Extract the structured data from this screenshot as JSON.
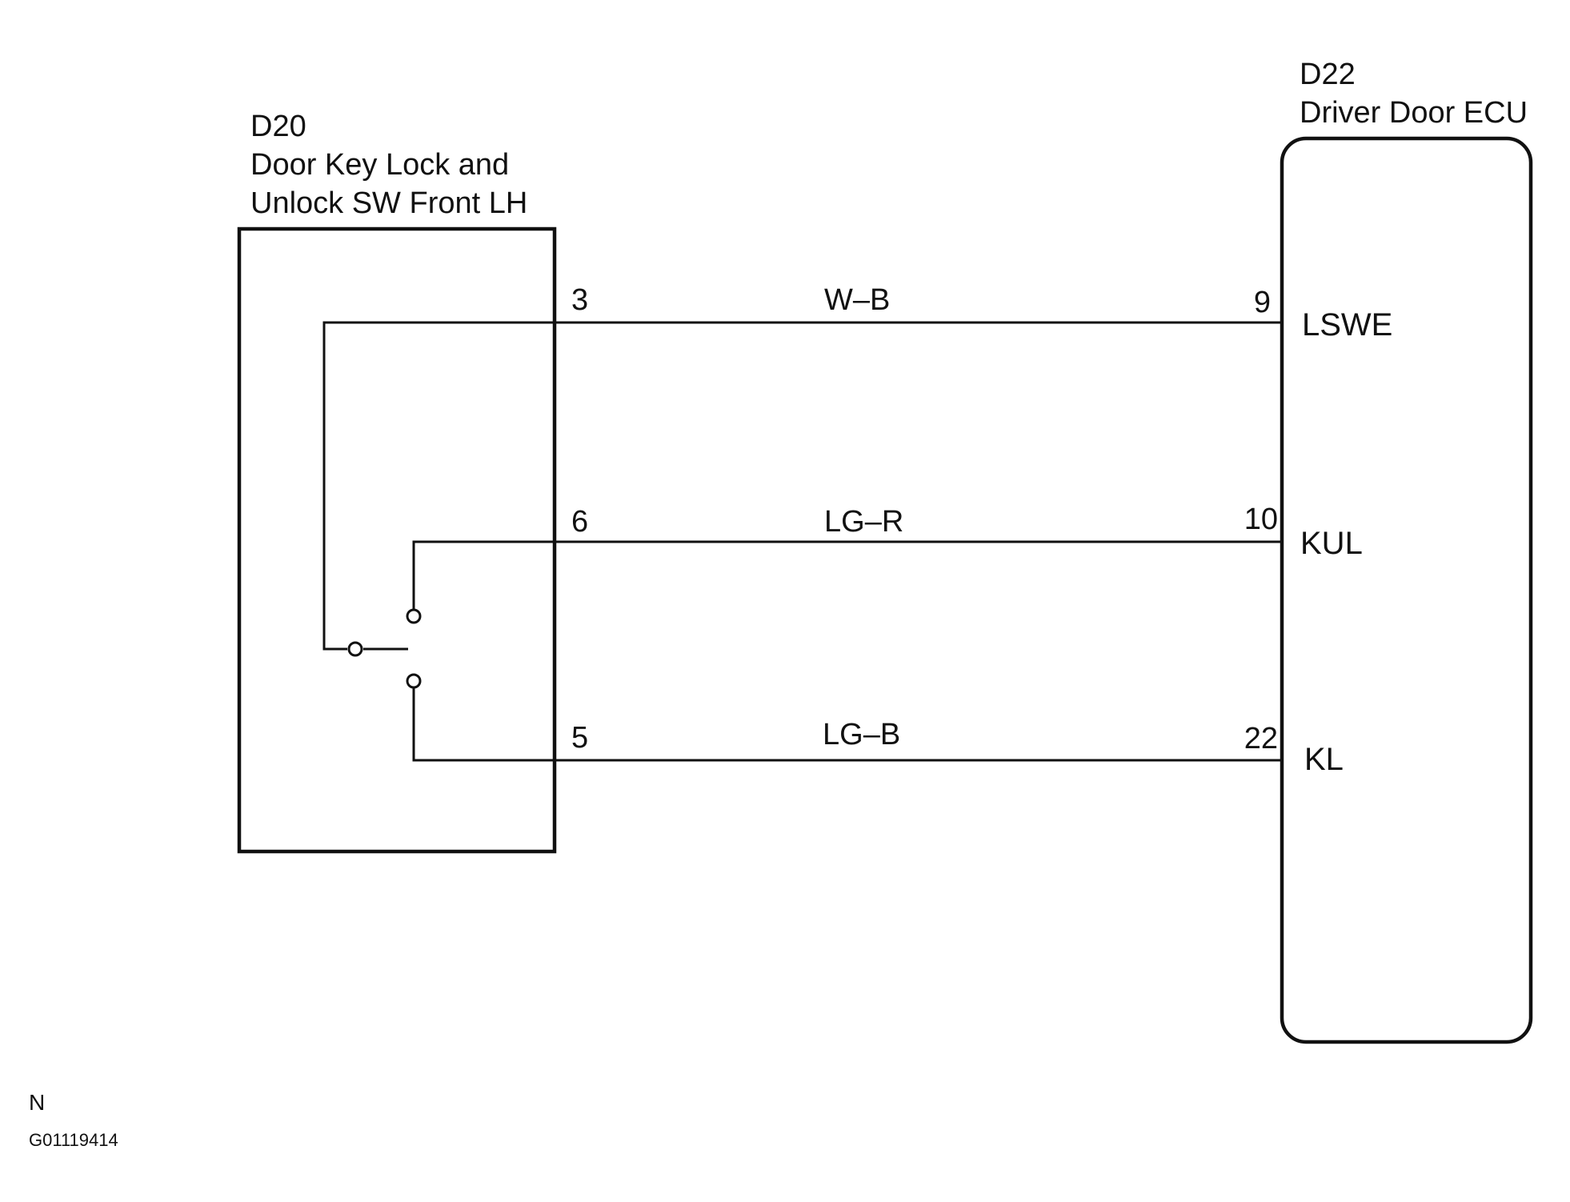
{
  "switch_component": {
    "code": "D20",
    "name_line1": "Door Key Lock and",
    "name_line2": "Unlock SW Front LH"
  },
  "ecu_component": {
    "code": "D22",
    "name": "Driver Door ECU"
  },
  "circuits": [
    {
      "from_pin": "3",
      "wire_color": "W–B",
      "to_pin": "9",
      "signal": "LSWE"
    },
    {
      "from_pin": "6",
      "wire_color": "LG–R",
      "to_pin": "10",
      "signal": "KUL"
    },
    {
      "from_pin": "5",
      "wire_color": "LG–B",
      "to_pin": "22",
      "signal": "KL"
    }
  ],
  "footer": {
    "mark": "N",
    "figure_code": "G01119414"
  }
}
